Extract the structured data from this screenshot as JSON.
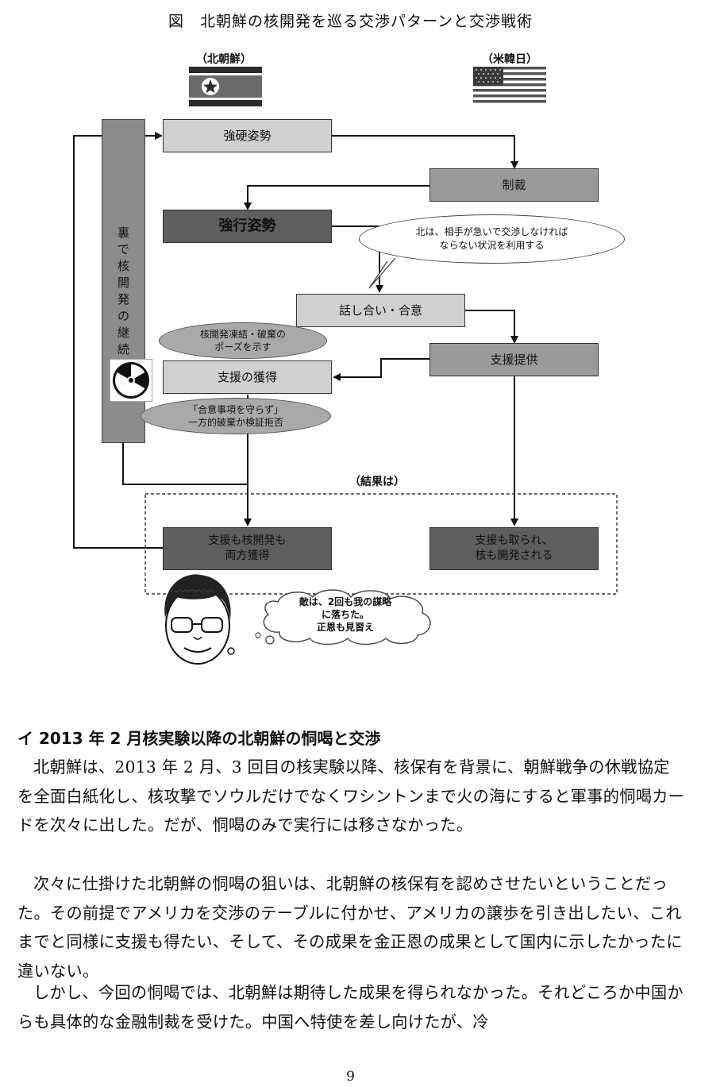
{
  "figure": {
    "title": "図　北朝鮮の核開発を巡る交渉パターンと交渉戦術",
    "left_label": "（北朝鮮）",
    "right_label": "（米韓日）",
    "vertical_bar": "裏\nで\n核\n開\n発\nの\n継\n続",
    "boxes": {
      "hardline": "強硬姿勢",
      "sanctions": "制裁",
      "forceful": "強行姿勢",
      "talks": "話し合い・合意",
      "aid_provided": "支援提供",
      "aid_obtained": "支援の獲得",
      "both_gained": "支援も核開発も\n両方獲得",
      "both_lost": "支援も取られ、\n核も開発される"
    },
    "ellipses": {
      "freeze_pose": "核開発凍結・破棄の\nポーズを示す",
      "break_agreement": "「合意事項を守らず」\n一方的破棄か検証拒否"
    },
    "callout": "北は、相手が急いで交渉しなければ\nならない状況を利用する",
    "result_label": "（結果は）",
    "thought": "敵は、2回も我の謀略\nに落ちた。\n正恩も見習え"
  },
  "section": {
    "heading": "イ 2013 年 2 月核実験以降の北朝鮮の恫喝と交渉",
    "paragraphs": [
      "北朝鮮は、2013 年 2 月、3 回目の核実験以降、核保有を背景に、朝鮮戦争の休戦協定を全面白紙化し、核攻撃でソウルだけでなくワシントンまで火の海にすると軍事的恫喝カードを次々に出した。だが、恫喝のみで実行には移さなかった。",
      "次々に仕掛けた北朝鮮の恫喝の狙いは、北朝鮮の核保有を認めさせたいということだった。その前提でアメリカを交渉のテーブルに付かせ、アメリカの譲歩を引き出したい、これまでと同様に支援も得たい、そして、その成果を金正恩の成果として国内に示したかったに違いない。",
      "しかし、今回の恫喝では、北朝鮮は期待した成果を得られなかった。それどころか中国からも具体的な金融制裁を受けた。中国へ特使を差し向けたが、冷"
    ]
  },
  "page_number": "9"
}
